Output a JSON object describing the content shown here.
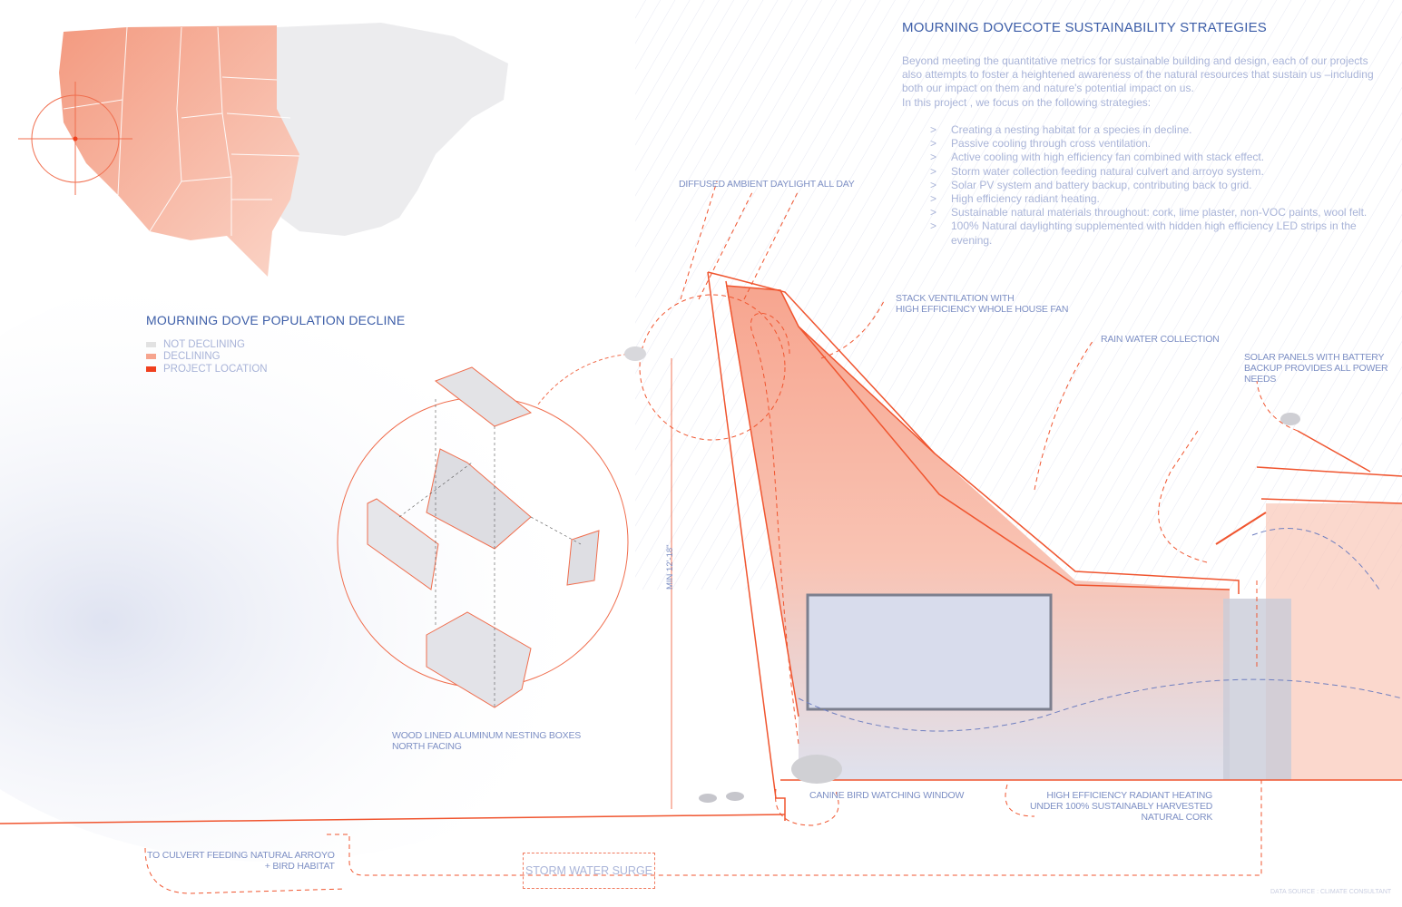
{
  "title": "MOURNING DOVECOTE SUSTAINABILITY STRATEGIES",
  "intro": [
    "Beyond meeting the quantitative metrics for sustainable building and design, each of our projects also attempts to foster a heightened awareness of the natural resources that sustain us –including both our impact on them and nature's potential impact on us.",
    "In this project , we focus on the following strategies:"
  ],
  "strategies": [
    "Creating a nesting habitat for a species in decline.",
    "Passive cooling through cross ventilation.",
    "Active cooling with high efficiency fan combined with  stack effect.",
    "Storm water collection feeding natural culvert and arroyo system.",
    "Solar PV system and battery backup, contributing back to grid.",
    "High efficiency radiant heating.",
    "Sustainable natural materials throughout: cork, lime plaster, non-VOC paints, wool felt.",
    "100% Natural daylighting supplemented with hidden high efficiency LED strips in the evening."
  ],
  "map": {
    "title": "MOURNING DOVE POPULATION DECLINE",
    "legend": [
      {
        "label": "NOT DECLINING",
        "color": "#e2e2e2"
      },
      {
        "label": "DECLINING",
        "color": "#f6a48e"
      },
      {
        "label": "PROJECT LOCATION",
        "color": "#f0401e"
      }
    ]
  },
  "labels": {
    "daylight": "DIFFUSED AMBIENT DAYLIGHT ALL DAY",
    "stack_1": "STACK VENTILATION WITH",
    "stack_2": "HIGH EFFICIENCY WHOLE HOUSE FAN",
    "rain": "RAIN WATER COLLECTION",
    "solar_1": "SOLAR PANELS WITH BATTERY",
    "solar_2": "BACKUP PROVIDES ALL POWER",
    "solar_3": "NEEDS",
    "min_height": "MIN 12'-18\"",
    "nesting_1": "WOOD LINED ALUMINUM NESTING BOXES",
    "nesting_2": "NORTH FACING",
    "canine": "CANINE BIRD WATCHING WINDOW",
    "radiant_1": "HIGH EFFICIENCY RADIANT HEATING",
    "radiant_2": "UNDER 100% SUSTAINABLY HARVESTED",
    "radiant_3": "NATURAL CORK",
    "culvert_1": "TO CULVERT FEEDING NATURAL ARROYO",
    "culvert_2": "+ BIRD HABITAT",
    "storm": "STORM WATER SURGE",
    "source": "DATA SOURCE : CLIMATE CONSULTANT"
  },
  "colors": {
    "accent": "#f0552f",
    "text": "#7d8fc4",
    "heading": "#3d5ea8"
  }
}
